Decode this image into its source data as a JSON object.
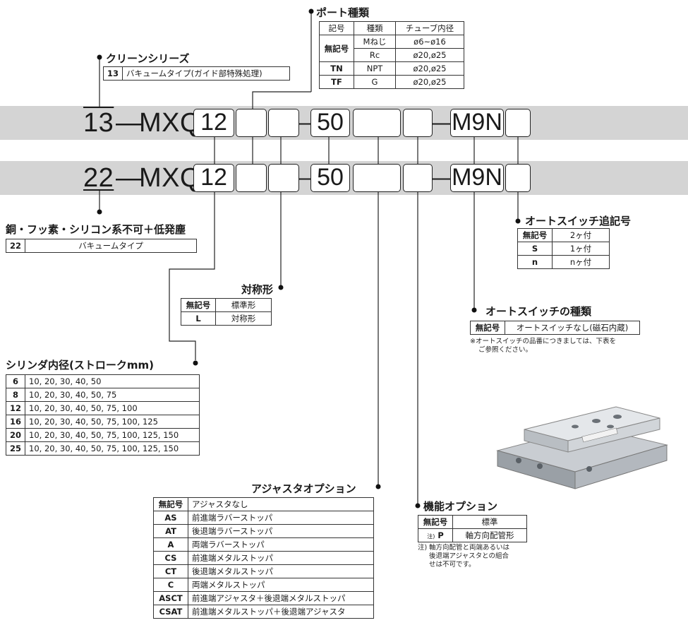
{
  "model_rows": [
    {
      "prefix": "13",
      "body": "MXQ",
      "bore": "12",
      "stroke": "50",
      "switch": "M9N"
    },
    {
      "prefix": "22",
      "body": "MXQ",
      "bore": "12",
      "stroke": "50",
      "switch": "M9N"
    }
  ],
  "dash": "—",
  "clean_series": {
    "title": "クリーンシリーズ",
    "rows": [
      {
        "code": "13",
        "desc": "バキュームタイプ(ガイド部特殊処理)"
      }
    ]
  },
  "copper_free": {
    "title": "銅・フッ素・シリコン系不可＋低発塵",
    "rows": [
      {
        "code": "22",
        "desc": "バキュームタイプ"
      }
    ]
  },
  "port_type": {
    "title": "ポート種類",
    "headers": [
      "記号",
      "種類",
      "チューブ内径"
    ],
    "nil_code": "無記号",
    "nil_rows": [
      {
        "type": "Mねじ",
        "size": "ø6~ø16"
      },
      {
        "type": "Rc",
        "size": "ø20,ø25"
      }
    ],
    "rows": [
      {
        "code": "TN",
        "type": "NPT",
        "size": "ø20,ø25"
      },
      {
        "code": "TF",
        "type": "G",
        "size": "ø20,ø25"
      }
    ]
  },
  "symmetry": {
    "title": "対称形",
    "rows": [
      {
        "code": "無記号",
        "desc": "標準形"
      },
      {
        "code": "L",
        "desc": "対称形"
      }
    ]
  },
  "bore_stroke": {
    "title": "シリンダ内径(ストロークmm)",
    "rows": [
      {
        "bore": "6",
        "strokes": "10, 20, 30, 40, 50"
      },
      {
        "bore": "8",
        "strokes": "10, 20, 30, 40, 50, 75"
      },
      {
        "bore": "12",
        "strokes": "10, 20, 30, 40, 50, 75, 100"
      },
      {
        "bore": "16",
        "strokes": "10, 20, 30, 40, 50, 75, 100, 125"
      },
      {
        "bore": "20",
        "strokes": "10, 20, 30, 40, 50, 75, 100, 125, 150"
      },
      {
        "bore": "25",
        "strokes": "10, 20, 30, 40, 50, 75, 100, 125, 150"
      }
    ]
  },
  "switch_qty": {
    "title": "オートスイッチ追記号",
    "rows": [
      {
        "code": "無記号",
        "desc": "2ヶ付"
      },
      {
        "code": "S",
        "desc": "1ヶ付"
      },
      {
        "code": "n",
        "desc": "nヶ付"
      }
    ]
  },
  "switch_type": {
    "title": "オートスイッチの種類",
    "rows": [
      {
        "code": "無記号",
        "desc": "オートスイッチなし(磁石内蔵)"
      }
    ],
    "note_line1": "※オートスイッチの品番につきましては、下表を",
    "note_line2": "ご参照ください。"
  },
  "adjuster": {
    "title": "アジャスタオプション",
    "rows": [
      {
        "code": "無記号",
        "desc": "アジャスタなし"
      },
      {
        "code": "AS",
        "desc": "前進端ラバーストッパ"
      },
      {
        "code": "AT",
        "desc": "後退端ラバーストッパ"
      },
      {
        "code": "A",
        "desc": "両端ラバーストッパ"
      },
      {
        "code": "CS",
        "desc": "前進端メタルストッパ"
      },
      {
        "code": "CT",
        "desc": "後退端メタルストッパ"
      },
      {
        "code": "C",
        "desc": "両端メタルストッパ"
      },
      {
        "code": "ASCT",
        "desc": "前進端アジャスタ＋後退端メタルストッパ"
      },
      {
        "code": "CSAT",
        "desc": "前進端メタルストッパ＋後退端アジャスタ"
      }
    ]
  },
  "function_opt": {
    "title": "機能オプション",
    "rows": [
      {
        "code": "無記号",
        "desc": "標準"
      },
      {
        "code_mark": "注)",
        "code": "P",
        "desc": "軸方向配管形"
      }
    ],
    "note_mark": "注)",
    "note_lines": [
      "軸方向配管と両端あるいは",
      "後退端アジャスタとの組合",
      "せは不可です。"
    ]
  },
  "colors": {
    "band": "#d4d4d4",
    "line": "#222222"
  }
}
